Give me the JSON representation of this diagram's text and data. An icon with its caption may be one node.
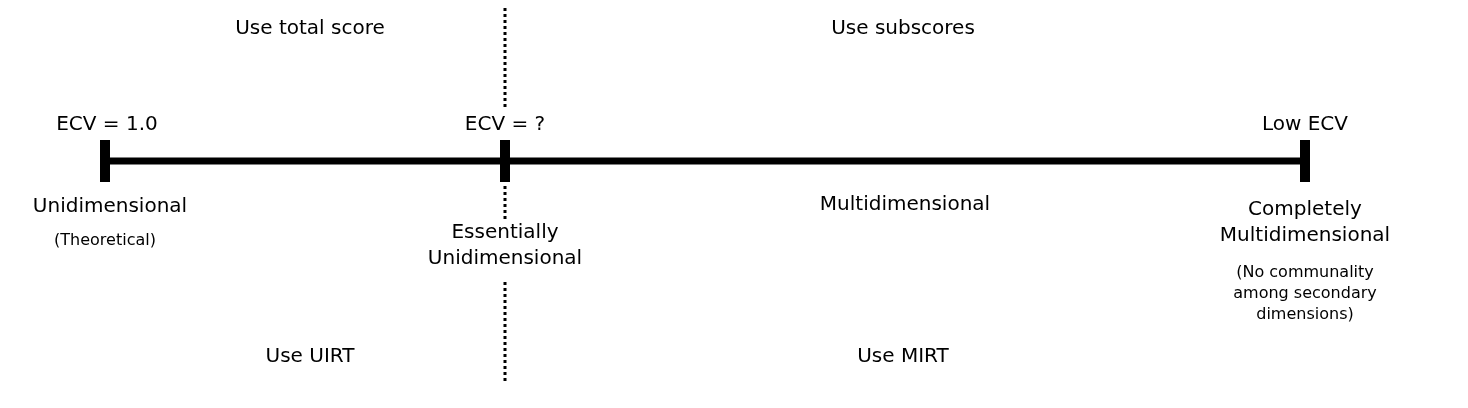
{
  "diagram": {
    "labels": [
      "Use total score",
      "Use subscores",
      "ECV = 1.0",
      "ECV = ?",
      "Low ECV",
      "Unidimensional",
      "(Theoretical)",
      "Multidimensional",
      "Completely Multidimensional",
      "Essentially Unidimensional",
      "(No communality among secondary dimensions)",
      "Use UIRT",
      "Use MIRT"
    ]
  }
}
